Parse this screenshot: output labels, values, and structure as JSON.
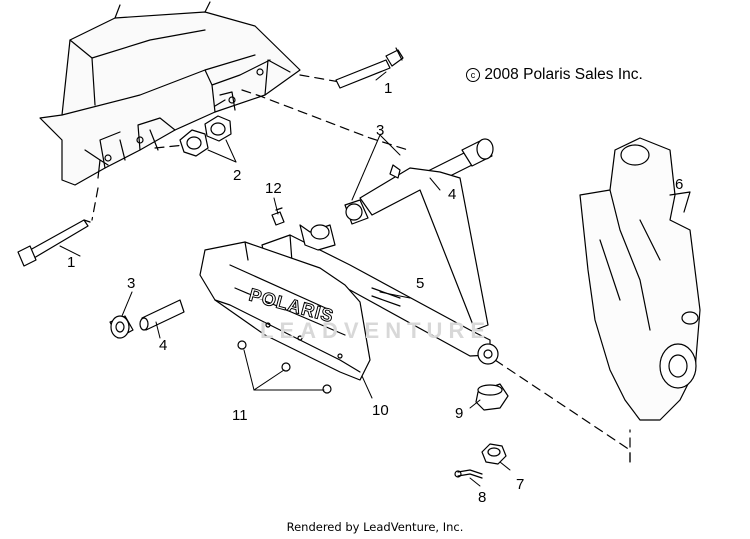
{
  "copyright": "2008 Polaris Sales Inc.",
  "copyright_symbol": "c",
  "footer": "Rendered by LeadVenture, Inc.",
  "watermark": "LEADVENTURE",
  "guard_logo": "POLARIS",
  "callouts": {
    "c1_top": "1",
    "c1_left": "1",
    "c2": "2",
    "c3_top": "3",
    "c3_left": "3",
    "c4_right": "4",
    "c4_left": "4",
    "c5": "5",
    "c6": "6",
    "c7": "7",
    "c8": "8",
    "c9": "9",
    "c10": "10",
    "c11": "11",
    "c12": "12"
  }
}
